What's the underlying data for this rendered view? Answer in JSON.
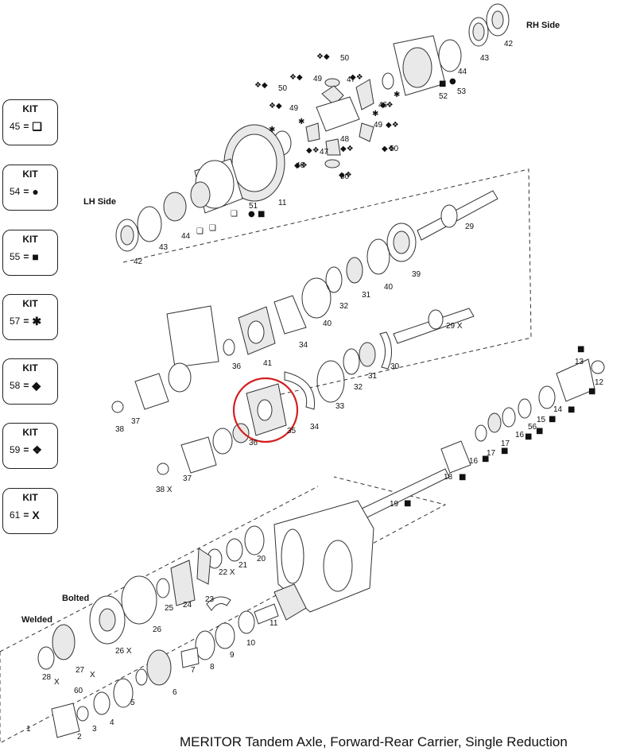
{
  "kits": [
    {
      "label": "KIT",
      "number": "45",
      "equals": "=",
      "symbol": "❑"
    },
    {
      "label": "KIT",
      "number": "54",
      "equals": "=",
      "symbol": "●"
    },
    {
      "label": "KIT",
      "number": "55",
      "equals": "=",
      "symbol": "■"
    },
    {
      "label": "KIT",
      "number": "57",
      "equals": "=",
      "symbol": "✱"
    },
    {
      "label": "KIT",
      "number": "58",
      "equals": "=",
      "symbol": "◆"
    },
    {
      "label": "KIT",
      "number": "59",
      "equals": "=",
      "symbol": "❖"
    },
    {
      "label": "KIT",
      "number": "61",
      "equals": "=",
      "symbol": "X"
    }
  ],
  "side_labels": {
    "rh": "RH Side",
    "lh": "LH Side",
    "bolted": "Bolted",
    "welded": "Welded"
  },
  "caption": "MERITOR Tandem Axle, Forward-Rear Carrier, Single Reduction",
  "callouts": [
    {
      "t": "42"
    },
    {
      "t": "43"
    },
    {
      "t": "44"
    },
    {
      "t": "52"
    },
    {
      "t": "53"
    },
    {
      "t": "50"
    },
    {
      "t": "49"
    },
    {
      "t": "50"
    },
    {
      "t": "49"
    },
    {
      "t": "47"
    },
    {
      "t": "46"
    },
    {
      "t": "48"
    },
    {
      "t": "47"
    },
    {
      "t": "49"
    },
    {
      "t": "50"
    },
    {
      "t": "46"
    },
    {
      "t": "50"
    },
    {
      "t": "51"
    },
    {
      "t": "11"
    },
    {
      "t": "44"
    },
    {
      "t": "43"
    },
    {
      "t": "42"
    },
    {
      "t": "29"
    },
    {
      "t": "39"
    },
    {
      "t": "40"
    },
    {
      "t": "31"
    },
    {
      "t": "32"
    },
    {
      "t": "40"
    },
    {
      "t": "34"
    },
    {
      "t": "41"
    },
    {
      "t": "36"
    },
    {
      "t": "29 X"
    },
    {
      "t": "30"
    },
    {
      "t": "31"
    },
    {
      "t": "32"
    },
    {
      "t": "33"
    },
    {
      "t": "34"
    },
    {
      "t": "35"
    },
    {
      "t": "36"
    },
    {
      "t": "37"
    },
    {
      "t": "38"
    },
    {
      "t": "37"
    },
    {
      "t": "38 X"
    },
    {
      "t": "13"
    },
    {
      "t": "12"
    },
    {
      "t": "14"
    },
    {
      "t": "15"
    },
    {
      "t": "56"
    },
    {
      "t": "16"
    },
    {
      "t": "17"
    },
    {
      "t": "16"
    },
    {
      "t": "17"
    },
    {
      "t": "18"
    },
    {
      "t": "19"
    },
    {
      "t": "20"
    },
    {
      "t": "21"
    },
    {
      "t": "22 X"
    },
    {
      "t": "23"
    },
    {
      "t": "24"
    },
    {
      "t": "25"
    },
    {
      "t": "26"
    },
    {
      "t": "26 X"
    },
    {
      "t": "11"
    },
    {
      "t": "10"
    },
    {
      "t": "9"
    },
    {
      "t": "8"
    },
    {
      "t": "7"
    },
    {
      "t": "6"
    },
    {
      "t": "5"
    },
    {
      "t": "4"
    },
    {
      "t": "3"
    },
    {
      "t": "2"
    },
    {
      "t": "60"
    },
    {
      "t": "1"
    },
    {
      "t": "27"
    },
    {
      "t": "X"
    },
    {
      "t": "28"
    },
    {
      "t": "X"
    }
  ],
  "highlight_color": "#d21f1f"
}
